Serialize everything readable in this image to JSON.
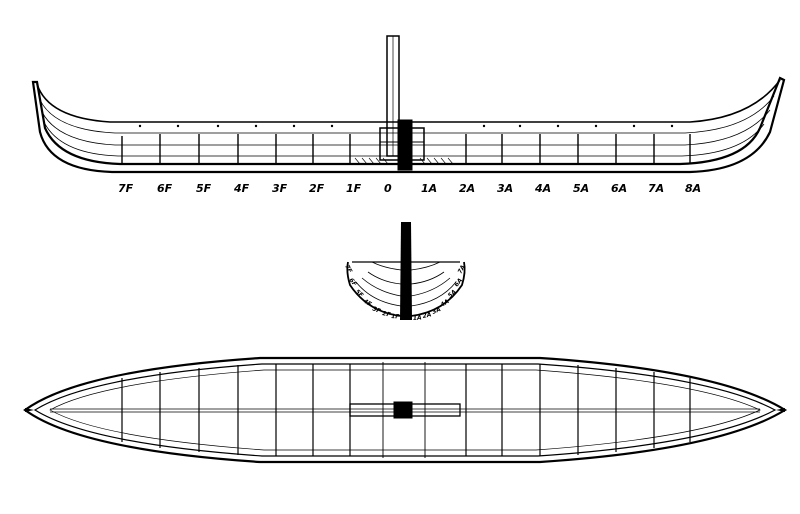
{
  "frame_labels": [
    "7F",
    "6F",
    "5F",
    "4F",
    "3F",
    "2F",
    "1F",
    "0",
    "1A",
    "2A",
    "3A",
    "4A",
    "5A",
    "6A",
    "7A",
    "8A"
  ],
  "section_labels_left": [
    "7F",
    "6F",
    "5F",
    "4F",
    "3F",
    "2F",
    "1F"
  ],
  "section_labels_right": [
    "1A",
    "2A",
    "3A",
    "4A",
    "5A",
    "6A",
    "7A"
  ],
  "views": [
    "profile",
    "midship-section",
    "plan"
  ],
  "colors": {
    "ink": "#000000",
    "paper": "#ffffff"
  }
}
